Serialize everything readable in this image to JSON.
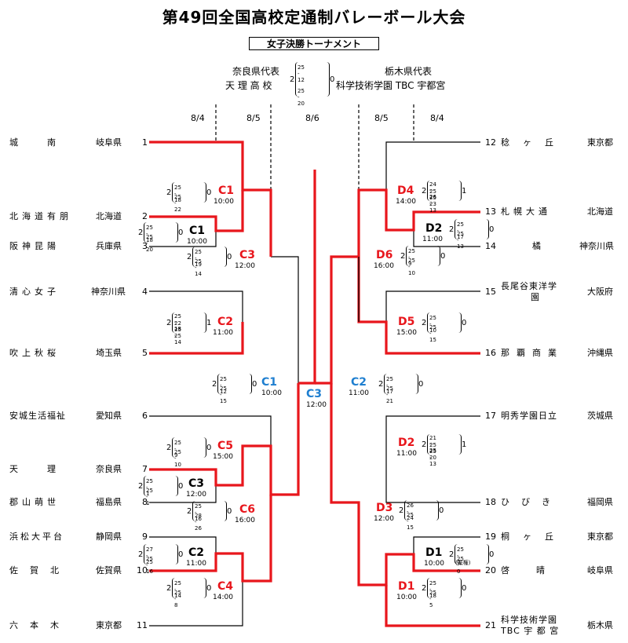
{
  "title": "第49回全国高校定通制バレーボール大会",
  "subtitle": "女子決勝トーナメント",
  "champion": {
    "left_line1": "奈良県代表",
    "left_line2": "天 理 高 校",
    "right_line1": "栃木県代表",
    "right_line2": "科学技術学園 TBC 宇都宮",
    "score": {
      "left": "2",
      "right": "0",
      "sets": [
        "25 - 12",
        "25 - 20"
      ]
    }
  },
  "dates": [
    "8/4",
    "8/5",
    "8/6",
    "8/5",
    "8/4"
  ],
  "teams_left": [
    {
      "num": "1",
      "name": "城　　南",
      "pref": "岐阜県"
    },
    {
      "num": "2",
      "name": "北海道有朋",
      "pref": "北海道"
    },
    {
      "num": "3",
      "name": "阪神昆陽",
      "pref": "兵庫県"
    },
    {
      "num": "4",
      "name": "清心女子",
      "pref": "神奈川県"
    },
    {
      "num": "5",
      "name": "吹上秋桜",
      "pref": "埼玉県"
    },
    {
      "num": "6",
      "name": "安城生活福祉",
      "pref": "愛知県"
    },
    {
      "num": "7",
      "name": "天　　理",
      "pref": "奈良県"
    },
    {
      "num": "8",
      "name": "郡山萌世",
      "pref": "福島県"
    },
    {
      "num": "9",
      "name": "浜松大平台",
      "pref": "静岡県"
    },
    {
      "num": "10",
      "name": "佐　賀　北",
      "pref": "佐賀県"
    },
    {
      "num": "11",
      "name": "六　本　木",
      "pref": "東京都"
    }
  ],
  "teams_right": [
    {
      "num": "12",
      "name": "稔　ヶ　丘",
      "pref": "東京都"
    },
    {
      "num": "13",
      "name": "札幌大通",
      "pref": "北海道"
    },
    {
      "num": "14",
      "name": "橘",
      "pref": "神奈川県"
    },
    {
      "num": "15",
      "name": "長尾谷東洋学",
      "name2": "園",
      "pref": "大阪府"
    },
    {
      "num": "16",
      "name": "那覇商業",
      "pref": "沖縄県"
    },
    {
      "num": "17",
      "name": "明秀学園日立",
      "pref": "茨城県"
    },
    {
      "num": "18",
      "name": "ひ　び　き",
      "pref": "福岡県"
    },
    {
      "num": "19",
      "name": "桐　ヶ　丘",
      "pref": "東京都"
    },
    {
      "num": "20",
      "name": "啓　　晴",
      "pref": "岐阜県"
    },
    {
      "num": "21",
      "name": "科学技術学園",
      "name2": "TBC 宇 都 宮",
      "pref": "栃木県"
    }
  ],
  "matches": [
    {
      "code": "C1",
      "time": "10:00",
      "color": "blk",
      "win": "2",
      "lose": "0",
      "sets": [
        "25 - 18",
        "25 - 20"
      ]
    },
    {
      "code": "C1",
      "time": "10:00",
      "color": "red",
      "win": "2",
      "lose": "0",
      "sets": [
        "25 - 18",
        "25 - 22"
      ]
    },
    {
      "code": "C2",
      "time": "11:00",
      "color": "red",
      "win": "2",
      "lose": "1",
      "sets": [
        "25 - 18",
        "22 - 25",
        "25 - 14"
      ]
    },
    {
      "code": "C3",
      "time": "12:00",
      "color": "red",
      "win": "2",
      "lose": "0",
      "sets": [
        "25 - 19",
        "25 - 14"
      ]
    },
    {
      "code": "C3",
      "time": "12:00",
      "color": "blk",
      "win": "2",
      "lose": "0",
      "sets": [
        "25 - 1",
        "25 - 1"
      ]
    },
    {
      "code": "C5",
      "time": "15:00",
      "color": "red",
      "win": "2",
      "lose": "0",
      "sets": [
        "25 - 9",
        "25 - 10"
      ]
    },
    {
      "code": "C6",
      "time": "16:00",
      "color": "red",
      "win": "2",
      "lose": "0",
      "sets": [
        "25 - 16",
        "28 - 26"
      ]
    },
    {
      "code": "C2",
      "time": "11:00",
      "color": "blk",
      "win": "2",
      "lose": "0",
      "sets": [
        "27 - 25",
        "25 - 16"
      ]
    },
    {
      "code": "C4",
      "time": "14:00",
      "color": "red",
      "win": "2",
      "lose": "0",
      "sets": [
        "25 - 14",
        "25 - 8"
      ]
    },
    {
      "code": "C1",
      "time": "10:00",
      "color": "blue",
      "win": "2",
      "lose": "0",
      "sets": [
        "25 - 12",
        "25 - 15"
      ]
    },
    {
      "code": "C3",
      "time": "12:00",
      "color": "blue"
    },
    {
      "code": "C2",
      "time": "11:00",
      "color": "blue",
      "win": "2",
      "lose": "0",
      "sets": [
        "25 - 17",
        "25 - 21"
      ]
    },
    {
      "code": "D4",
      "time": "14:00",
      "color": "red",
      "win": "2",
      "lose": "1",
      "sets": [
        "24 - 26",
        "25 - 23",
        "25 - 13"
      ]
    },
    {
      "code": "D2",
      "time": "11:00",
      "color": "blk",
      "win": "2",
      "lose": "0",
      "sets": [
        "25 - 17",
        "25 - 13"
      ]
    },
    {
      "code": "D6",
      "time": "16:00",
      "color": "red",
      "win": "2",
      "lose": "0",
      "sets": [
        "25 - 9",
        "25 - 10"
      ]
    },
    {
      "code": "D5",
      "time": "15:00",
      "color": "red",
      "win": "2",
      "lose": "0",
      "sets": [
        "25 - 10",
        "25 - 15"
      ]
    },
    {
      "code": "D2",
      "time": "11:00",
      "color": "red",
      "win": "2",
      "lose": "1",
      "sets": [
        "21 - 25",
        "25 - 20",
        "25 - 13"
      ]
    },
    {
      "code": "D3",
      "time": "12:00",
      "color": "red",
      "win": "2",
      "lose": "0",
      "sets": [
        "26 - 24",
        "25 - 15"
      ]
    },
    {
      "code": "D1",
      "time": "10:00",
      "color": "blk",
      "win": "2",
      "lose": "0",
      "sets": [
        "25 - 0",
        "25 - 0"
      ],
      "note": "(棄権)"
    },
    {
      "code": "D1",
      "time": "10:00",
      "color": "red",
      "win": "2",
      "lose": "0",
      "sets": [
        "25 - 18",
        "25 - 5"
      ]
    }
  ]
}
